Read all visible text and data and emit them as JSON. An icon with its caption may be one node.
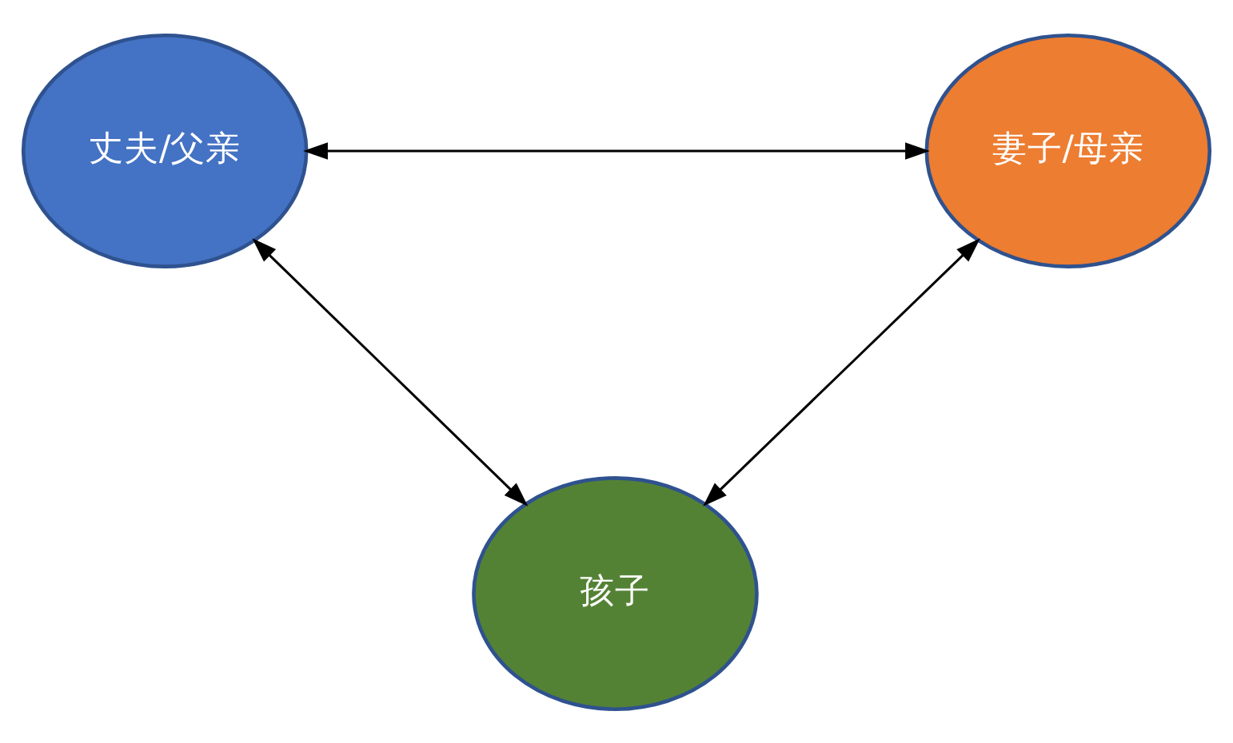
{
  "diagram": {
    "nodes": [
      {
        "text": [
          "丈夫/父亲"
        ]
      },
      {
        "text": [
          "妻子/母亲"
        ]
      },
      {
        "text": [
          "孩子"
        ]
      }
    ],
    "edges": [
      {
        "from": 0,
        "to": 1,
        "arrow": "both"
      },
      {
        "from": 0,
        "to": 2,
        "arrow": "both"
      },
      {
        "from": 1,
        "to": 2,
        "arrow": "both"
      }
    ]
  }
}
